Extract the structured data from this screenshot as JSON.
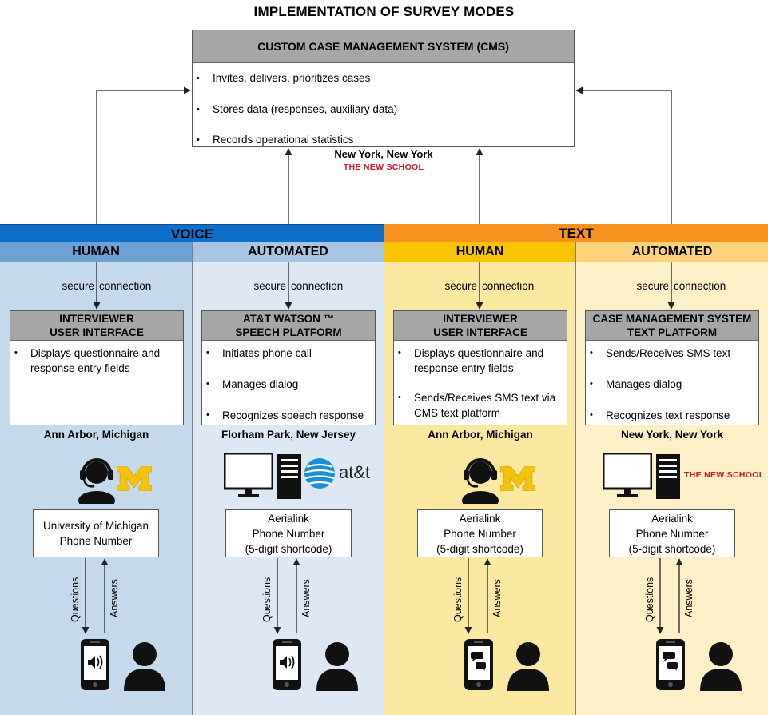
{
  "title": "IMPLEMENTATION OF SURVEY MODES",
  "cms": {
    "header": "CUSTOM CASE MANAGEMENT SYSTEM (CMS)",
    "bullets": [
      "Invites, delivers, prioritizes cases",
      "Stores data (responses, auxiliary data)",
      "Records operational statistics"
    ],
    "location": "New York, New York",
    "logo": "THE NEW SCHOOL"
  },
  "groups": {
    "voice": "VOICE",
    "text": "TEXT"
  },
  "colors": {
    "voice_bar": "#0f6ec8",
    "voice_human_sub": "#6da0d4",
    "voice_human_bg": "#c5d9ec",
    "voice_auto_sub": "#a7c4e2",
    "voice_auto_bg": "#dde8f4",
    "text_bar": "#f79220",
    "text_human_sub": "#f9c300",
    "text_human_bg": "#fbe9a2",
    "text_auto_sub": "#fcd27a",
    "text_auto_bg": "#fdefc6",
    "brand_red": "#d0152a",
    "umich_maize": "#f4c20d"
  },
  "columns": [
    {
      "subheader": "HUMAN",
      "secure1": "secure",
      "secure2": "connection",
      "platform_header": [
        "INTERVIEWER",
        "USER INTERFACE"
      ],
      "bullets": [
        "Displays questionnaire and response entry fields"
      ],
      "location": "Ann Arbor, Michigan",
      "phone_lines": [
        "University of Michigan",
        "Phone Number"
      ],
      "questions_label": "Questions",
      "answers_label": "Answers",
      "device_icon": "speaker-phone-icon"
    },
    {
      "subheader": "AUTOMATED",
      "secure1": "secure",
      "secure2": "connection",
      "platform_header": [
        "AT&T WATSON ™",
        "SPEECH PLATFORM"
      ],
      "bullets": [
        "Initiates phone call",
        "Manages dialog",
        "Recognizes speech response"
      ],
      "location": "Florham Park, New Jersey",
      "logo": "at&t",
      "phone_lines": [
        "Aerialink",
        "Phone Number",
        "(5-digit shortcode)"
      ],
      "questions_label": "Questions",
      "answers_label": "Answers",
      "device_icon": "speaker-phone-icon"
    },
    {
      "subheader": "HUMAN",
      "secure1": "secure",
      "secure2": "connection",
      "platform_header": [
        "INTERVIEWER",
        "USER INTERFACE"
      ],
      "bullets": [
        "Displays questionnaire and response entry fields",
        "Sends/Receives SMS text via CMS text platform"
      ],
      "location": "Ann Arbor, Michigan",
      "phone_lines": [
        "Aerialink",
        "Phone Number",
        "(5-digit shortcode)"
      ],
      "questions_label": "Questions",
      "answers_label": "Answers",
      "device_icon": "sms-phone-icon"
    },
    {
      "subheader": "AUTOMATED",
      "secure1": "secure",
      "secure2": "connection",
      "platform_header": [
        "CASE MANAGEMENT SYSTEM",
        "TEXT PLATFORM"
      ],
      "bullets": [
        "Sends/Receives SMS text",
        "Manages dialog",
        "Recognizes text response"
      ],
      "location": "New York, New York",
      "logo": "THE NEW SCHOOL",
      "phone_lines": [
        "Aerialink",
        "Phone Number",
        "(5-digit shortcode)"
      ],
      "questions_label": "Questions",
      "answers_label": "Answers",
      "device_icon": "sms-phone-icon"
    }
  ]
}
